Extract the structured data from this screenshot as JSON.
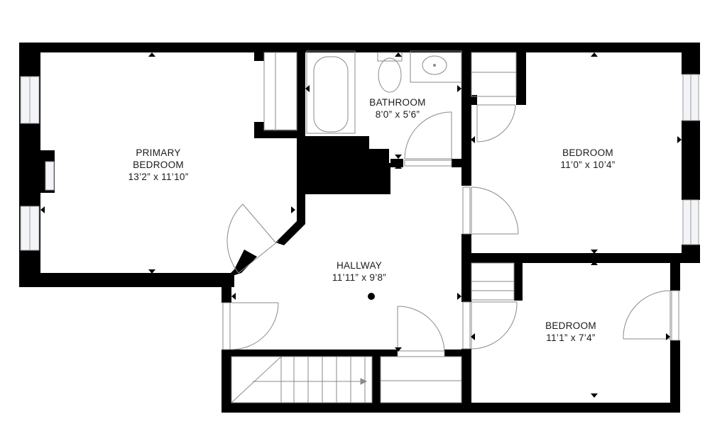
{
  "floorplan": {
    "colors": {
      "wall": "#000000",
      "background": "#ffffff",
      "fixture_line": "#8a8a8a",
      "window_fill": "#f2f4f7",
      "window_line": "#9a9a9a"
    },
    "rooms": {
      "primary_bedroom": {
        "name_line1": "PRIMARY",
        "name_line2": "BEDROOM",
        "dimensions": "13’2” x  11’10”"
      },
      "bathroom": {
        "name": "BATHROOM",
        "dimensions": "8’0” x 5’6”"
      },
      "bedroom_upper": {
        "name": "BEDROOM",
        "dimensions": "11’0” x 10’4”"
      },
      "hallway": {
        "name": "HALLWAY",
        "dimensions": "11’11” x 9’8”"
      },
      "bedroom_lower": {
        "name": "BEDROOM",
        "dimensions": "11’1” x 7’4”"
      }
    }
  }
}
